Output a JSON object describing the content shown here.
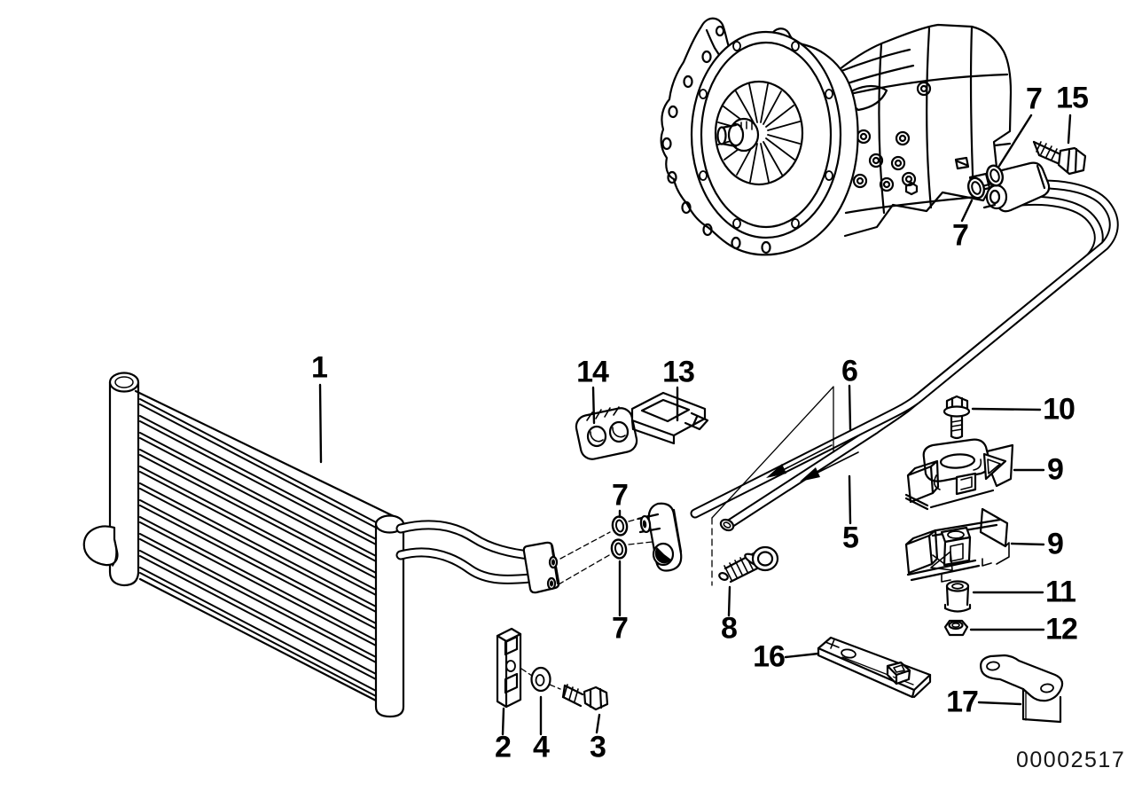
{
  "diagram": {
    "background_color": "#ffffff",
    "line_color": "#000000",
    "document_number": "00002517",
    "callouts": [
      {
        "text": "1"
      },
      {
        "text": "2"
      },
      {
        "text": "3"
      },
      {
        "text": "4"
      },
      {
        "text": "5"
      },
      {
        "text": "6"
      },
      {
        "text": "7"
      },
      {
        "text": "7"
      },
      {
        "text": "7"
      },
      {
        "text": "7"
      },
      {
        "text": "8"
      },
      {
        "text": "9"
      },
      {
        "text": "9"
      },
      {
        "text": "10"
      },
      {
        "text": "11"
      },
      {
        "text": "12"
      },
      {
        "text": "13"
      },
      {
        "text": "14"
      },
      {
        "text": "15"
      },
      {
        "text": "16"
      },
      {
        "text": "17"
      }
    ]
  }
}
